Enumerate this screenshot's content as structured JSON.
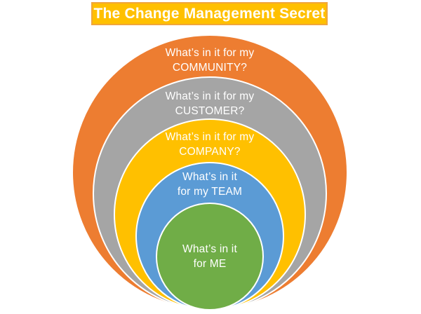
{
  "title": {
    "text": "The Change Management Secret",
    "bg_color": "#FFC000",
    "border_color": "#F0A63C",
    "text_color": "#FFFFFF"
  },
  "rings": [
    {
      "name": "community",
      "line1": "What’s in it for my",
      "line2": "COMMUNITY?",
      "color": "#ED7D31"
    },
    {
      "name": "customer",
      "line1": "What’s in it for my",
      "line2": "CUSTOMER?",
      "color": "#A5A5A5"
    },
    {
      "name": "company",
      "line1": "What’s in it for my",
      "line2": "COMPANY?",
      "color": "#FFC000"
    },
    {
      "name": "team",
      "line1": "What’s in it",
      "line2": "for my TEAM",
      "color": "#5B9BD5"
    },
    {
      "name": "me",
      "line1": "What’s in it",
      "line2": "for ME",
      "color": "#70AD47"
    }
  ],
  "outline_color": "#FFFFFF",
  "text_color": "#FFFFFF"
}
